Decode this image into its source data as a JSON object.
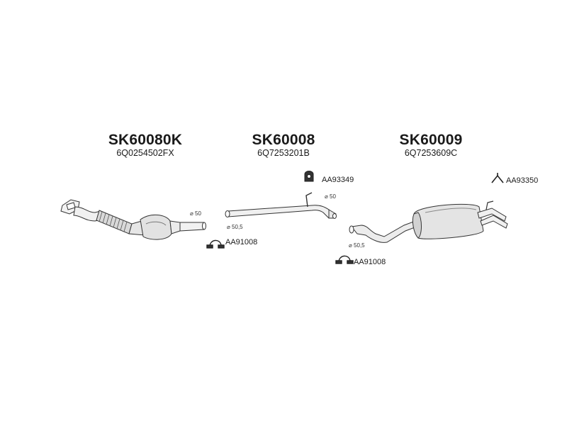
{
  "parts": [
    {
      "code": "SK60080K",
      "oem": "6Q0254502FX",
      "diameter": "⌀ 50"
    },
    {
      "code": "SK60008",
      "oem": "6Q7253201B",
      "diameter_in": "⌀ 50,5",
      "diameter_out": "⌀ 50"
    },
    {
      "code": "SK60009",
      "oem": "6Q7253609C",
      "diameter": "⌀ 50,5"
    }
  ],
  "accessories": [
    {
      "ref": "AA91008",
      "icon": "clamp-icon"
    },
    {
      "ref": "AA93349",
      "icon": "rubber-hanger-icon"
    },
    {
      "ref": "AA91008",
      "icon": "clamp-icon"
    },
    {
      "ref": "AA93350",
      "icon": "bracket-icon"
    }
  ],
  "colors": {
    "stroke": "#333333",
    "fill_light": "#e8e8e8",
    "fill_mid": "#c8c8c8"
  }
}
